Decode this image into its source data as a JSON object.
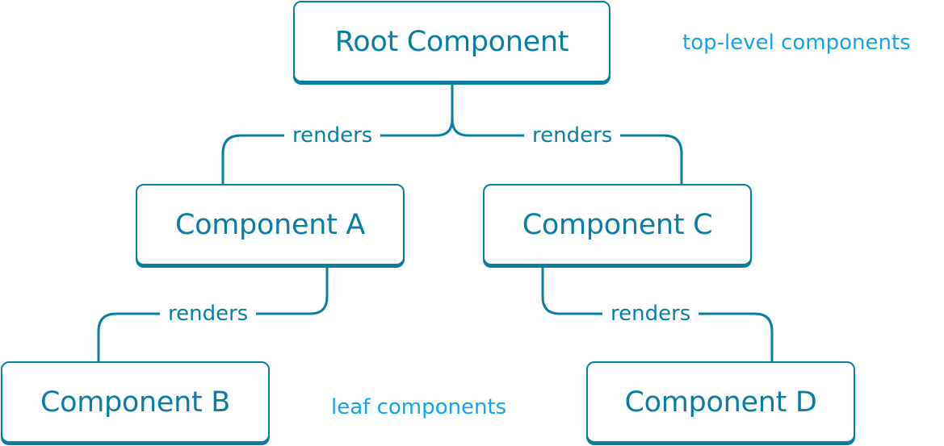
{
  "nodes": {
    "root": "Root Component",
    "a": "Component A",
    "b": "Component B",
    "c": "Component C",
    "d": "Component D"
  },
  "edges": {
    "root_a": "renders",
    "root_c": "renders",
    "a_b": "renders",
    "c_d": "renders"
  },
  "annotations": {
    "top": "top-level components",
    "leaf": "leaf components"
  },
  "colors": {
    "node_border": "#087ea4",
    "text": "#087ea4",
    "annotation": "#0ea5e9"
  }
}
